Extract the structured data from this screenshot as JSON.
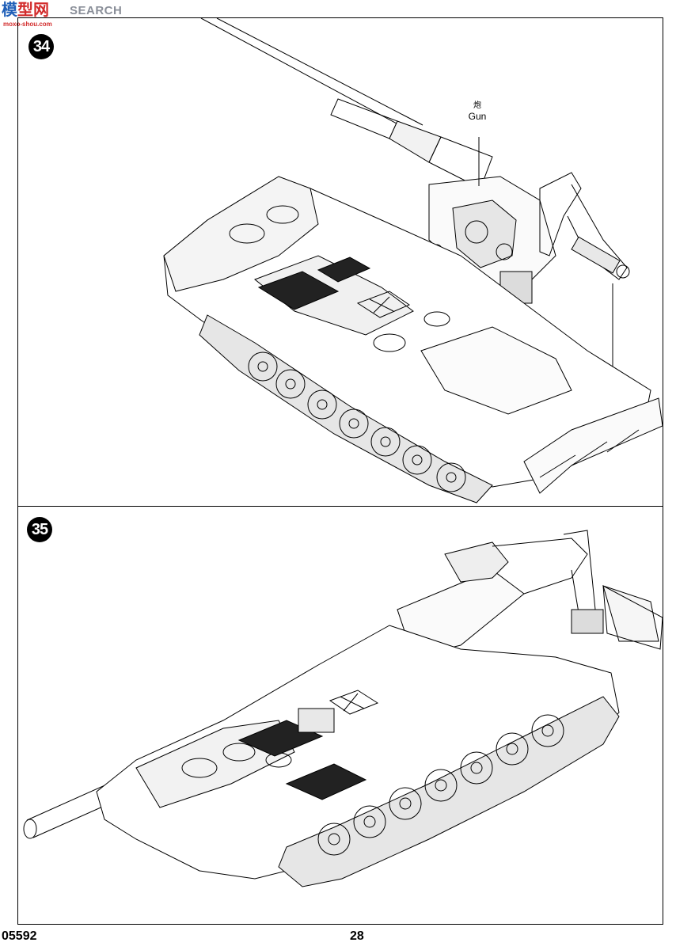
{
  "watermark": {
    "logo_part1": "模",
    "logo_part2": "型网",
    "search": "SEARCH",
    "url": "moxo-shou.com"
  },
  "steps": [
    {
      "number": "34",
      "callout_cn": "炮",
      "callout_en": "Gun"
    },
    {
      "number": "35"
    }
  ],
  "footer": {
    "code": "05592",
    "page": "28"
  }
}
